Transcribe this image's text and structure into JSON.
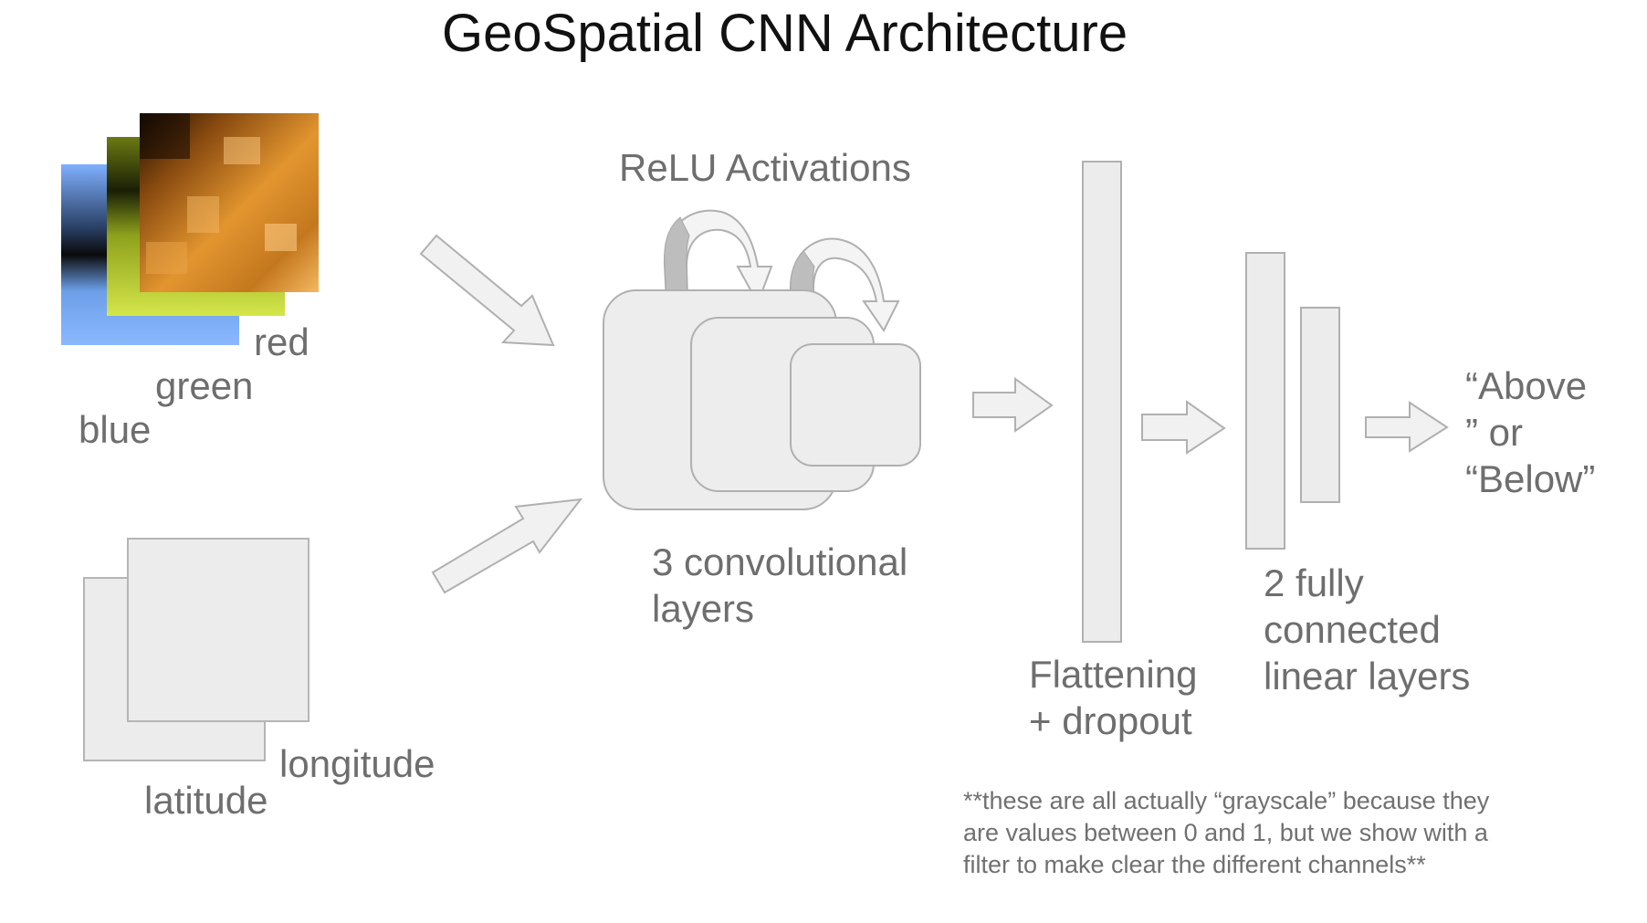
{
  "title": "GeoSpatial CNN Architecture",
  "inputs": {
    "image_channels": [
      "blue",
      "green",
      "red"
    ],
    "coordinate_channels": [
      "latitude",
      "longitude"
    ]
  },
  "conv": {
    "activations_label": "ReLU Activations",
    "layers_label": "3 convolutional\nlayers"
  },
  "flatten_label": "Flattening\n+ dropout",
  "fc_label": "2 fully\nconnected\nlinear layers",
  "output_label": "“Above\n” or\n“Below”",
  "footnote": "**these are all actually “grayscale” because they\nare values between 0 and 1, but we show with a\nfilter to make clear the different channels**"
}
